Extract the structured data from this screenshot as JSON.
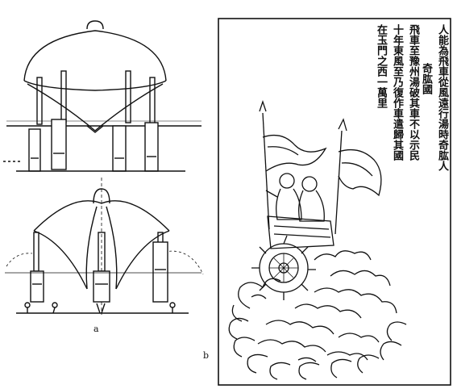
{
  "figure": {
    "panel_a_label": "a",
    "panel_b_label": "b"
  },
  "inscription": {
    "title": "奇肱國",
    "columns": [
      "人能為飛車從風遠行湯時奇肱人",
      "飛車至豫州湯破其車不以示民",
      "十年東風至乃復作車遣歸其國",
      "在玉門之西一萬里"
    ]
  },
  "colors": {
    "ink": "#111111",
    "paper": "#ffffff"
  }
}
